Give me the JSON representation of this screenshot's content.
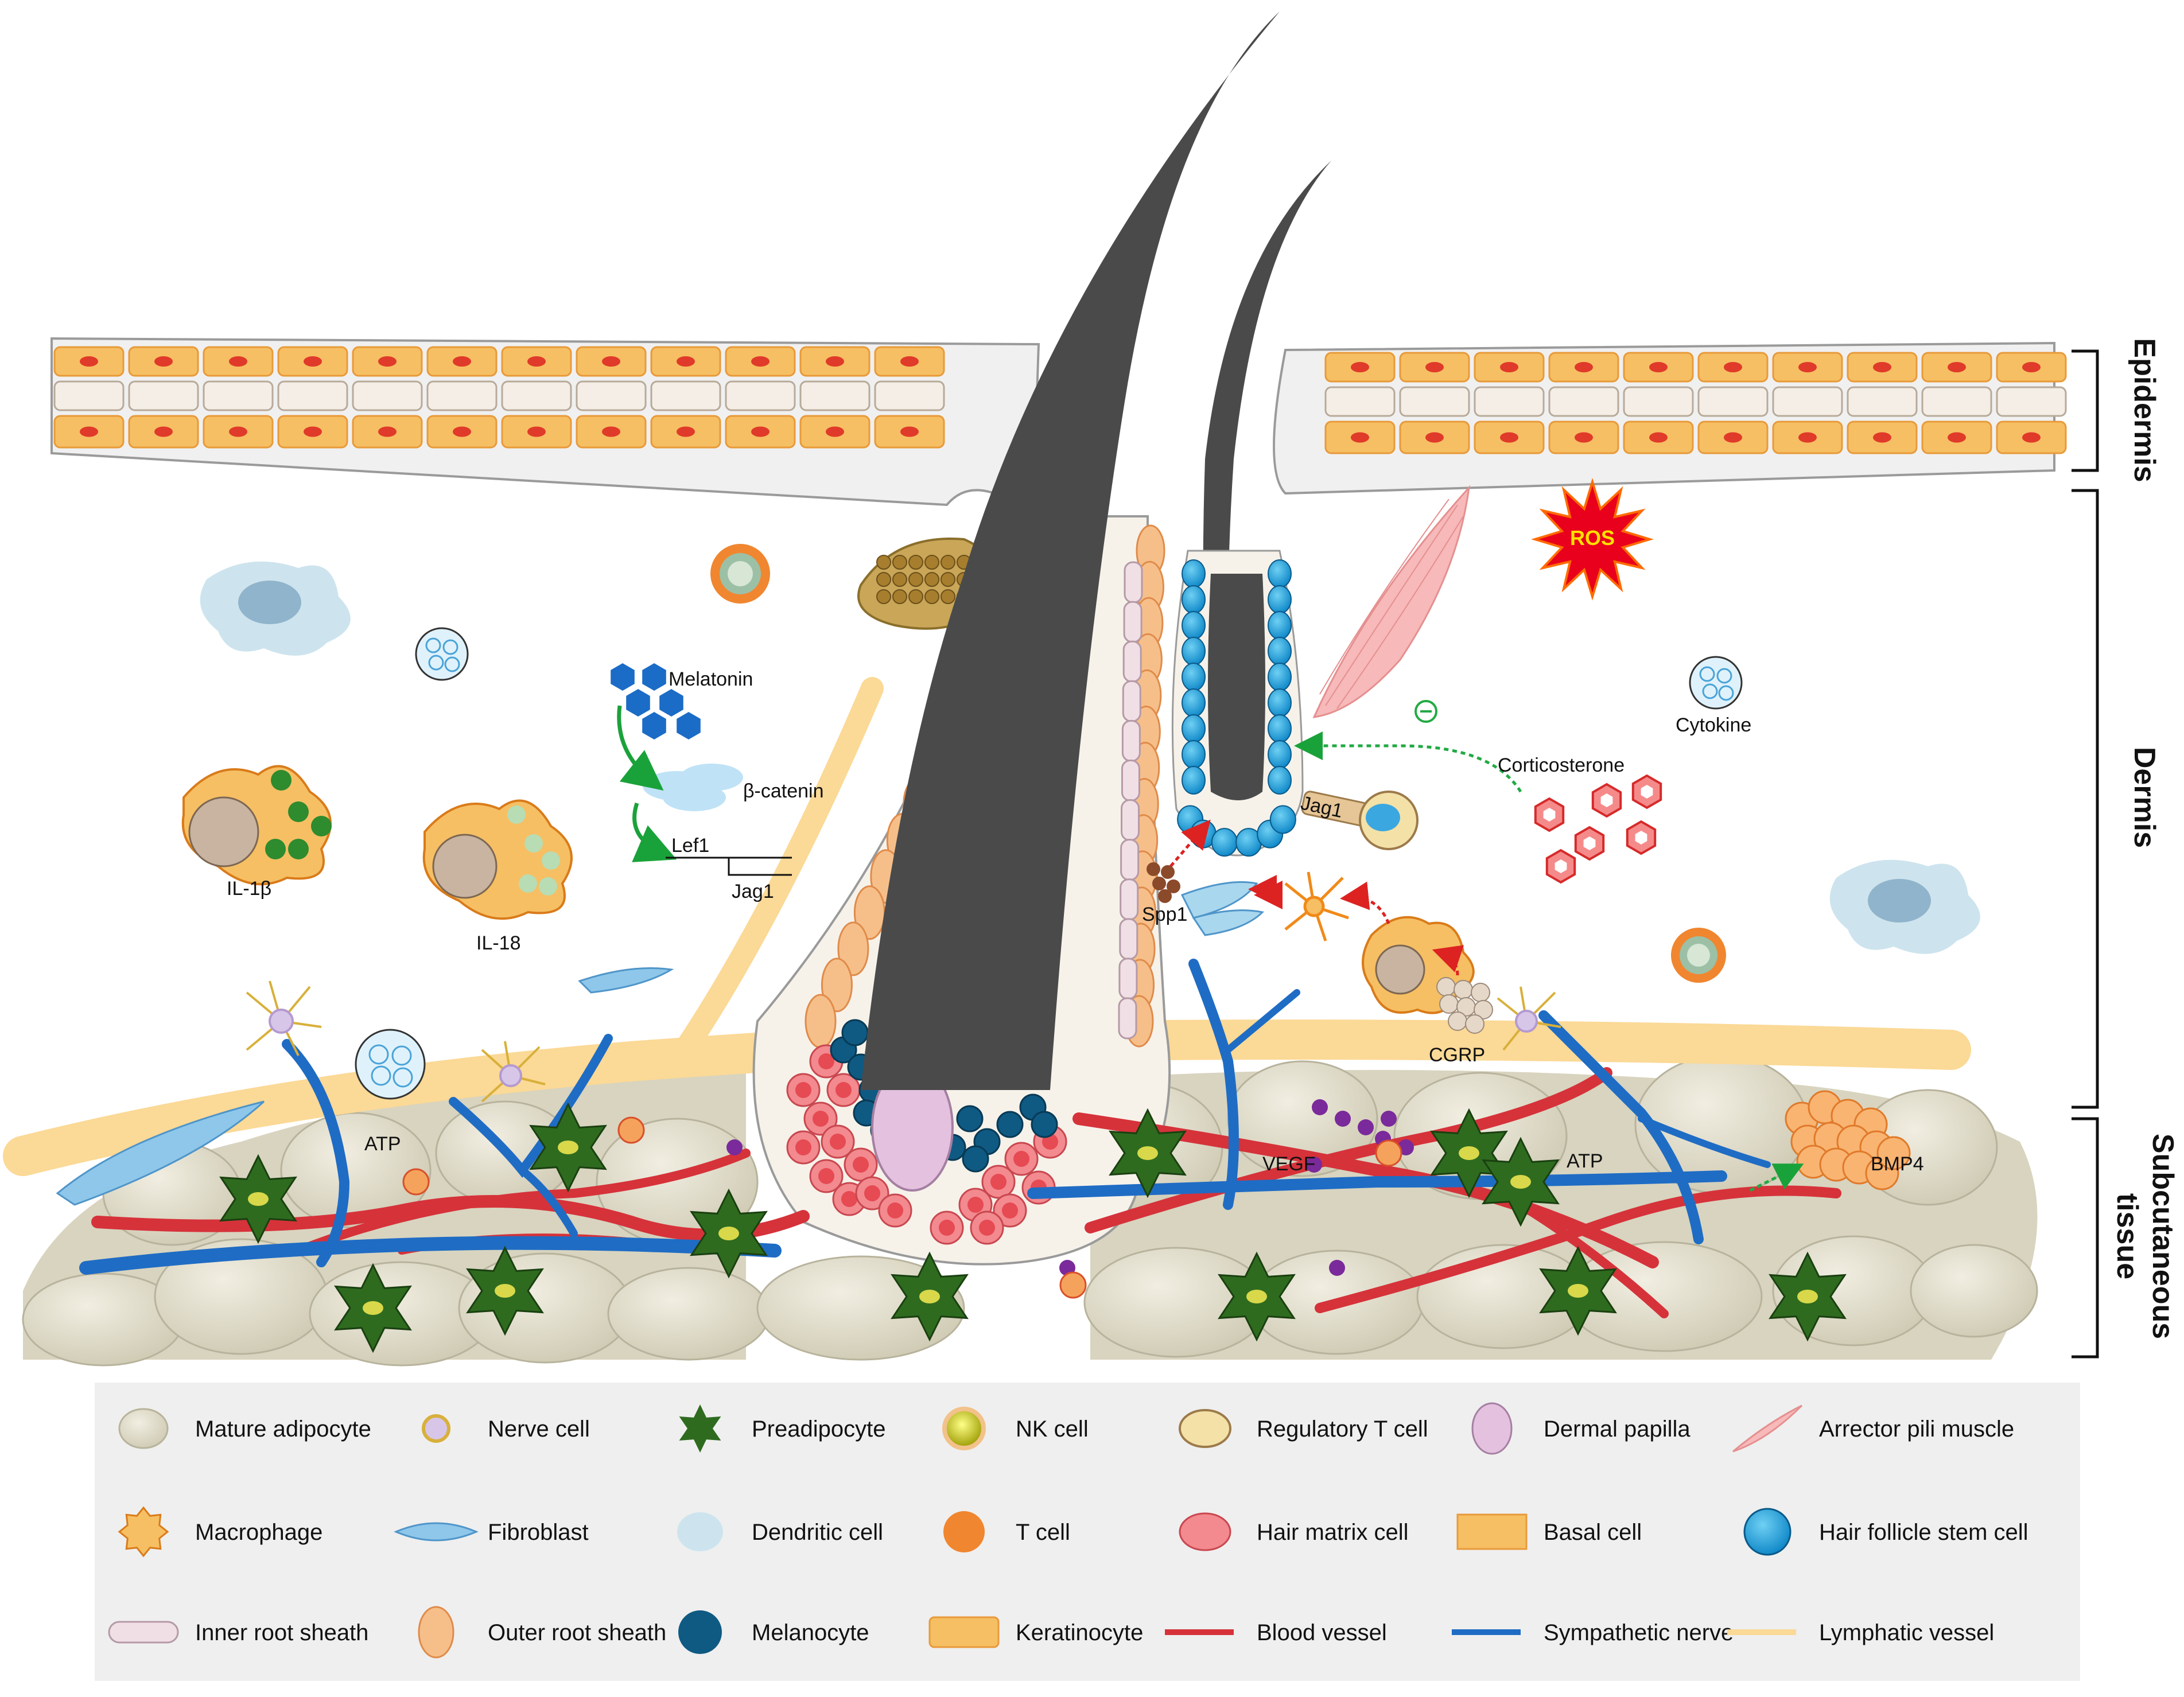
{
  "layers": {
    "epidermis": "Epidermis",
    "dermis": "Dermis",
    "subcutaneous_line1": "Subcutaneous",
    "subcutaneous_line2": "tissue"
  },
  "labels": {
    "melatonin": "Melatonin",
    "beta_catenin": "β-catenin",
    "lef1": "Lef1",
    "jag1_gene": "Jag1",
    "il1b": "IL-1β",
    "il18": "IL-18",
    "ros": "ROS",
    "cytokine": "Cytokine",
    "corticosterone": "Corticosterone",
    "jag1_treg": "Jag1",
    "spp1": "Spp1",
    "cgrp": "CGRP",
    "atp_left": "ATP",
    "atp_right": "ATP",
    "vegf": "VEGF",
    "bmp4": "BMP4"
  },
  "legend": [
    [
      "Mature adipocyte",
      "Nerve cell",
      "Preadipocyte",
      "NK cell",
      "Regulatory T cell",
      "Dermal papilla",
      "Arrector pili muscle"
    ],
    [
      "Macrophage",
      "Fibroblast",
      "Dendritic cell",
      "T cell",
      "Hair matrix cell",
      "Basal  cell",
      "Hair follicle stem cell"
    ],
    [
      "Inner root sheath",
      "Outer root sheath",
      "Melanocyte",
      "Keratinocyte",
      "Blood vessel",
      "Sympathetic nerve",
      "Lymphatic vessel"
    ]
  ],
  "colors": {
    "blood_vessel": "#d6323a",
    "sympathetic_nerve": "#1f6cc4",
    "lymphatic_vessel": "#fbd996",
    "hair_shaft": "#4a4a4a",
    "adipocyte": "#ddd9c6",
    "preadipocyte": "#2e6b1f",
    "keratinocyte": "#f6bf63",
    "stem_cell": "#1a9ad6",
    "legend_bg": "#efefef",
    "ros": "#e8001c",
    "inhibition_arrow": "#22aa44",
    "promotion_arrow": "#dd2222"
  },
  "icons": {
    "mature_adipocyte": "adipocyte-icon",
    "nerve_cell": "nerve-cell-icon",
    "preadipocyte": "preadipocyte-icon",
    "nk_cell": "nk-cell-icon",
    "regulatory_t_cell": "regulatory-t-cell-icon",
    "dermal_papilla": "dermal-papilla-icon",
    "arrector_pili_muscle": "arrector-pili-icon"
  }
}
